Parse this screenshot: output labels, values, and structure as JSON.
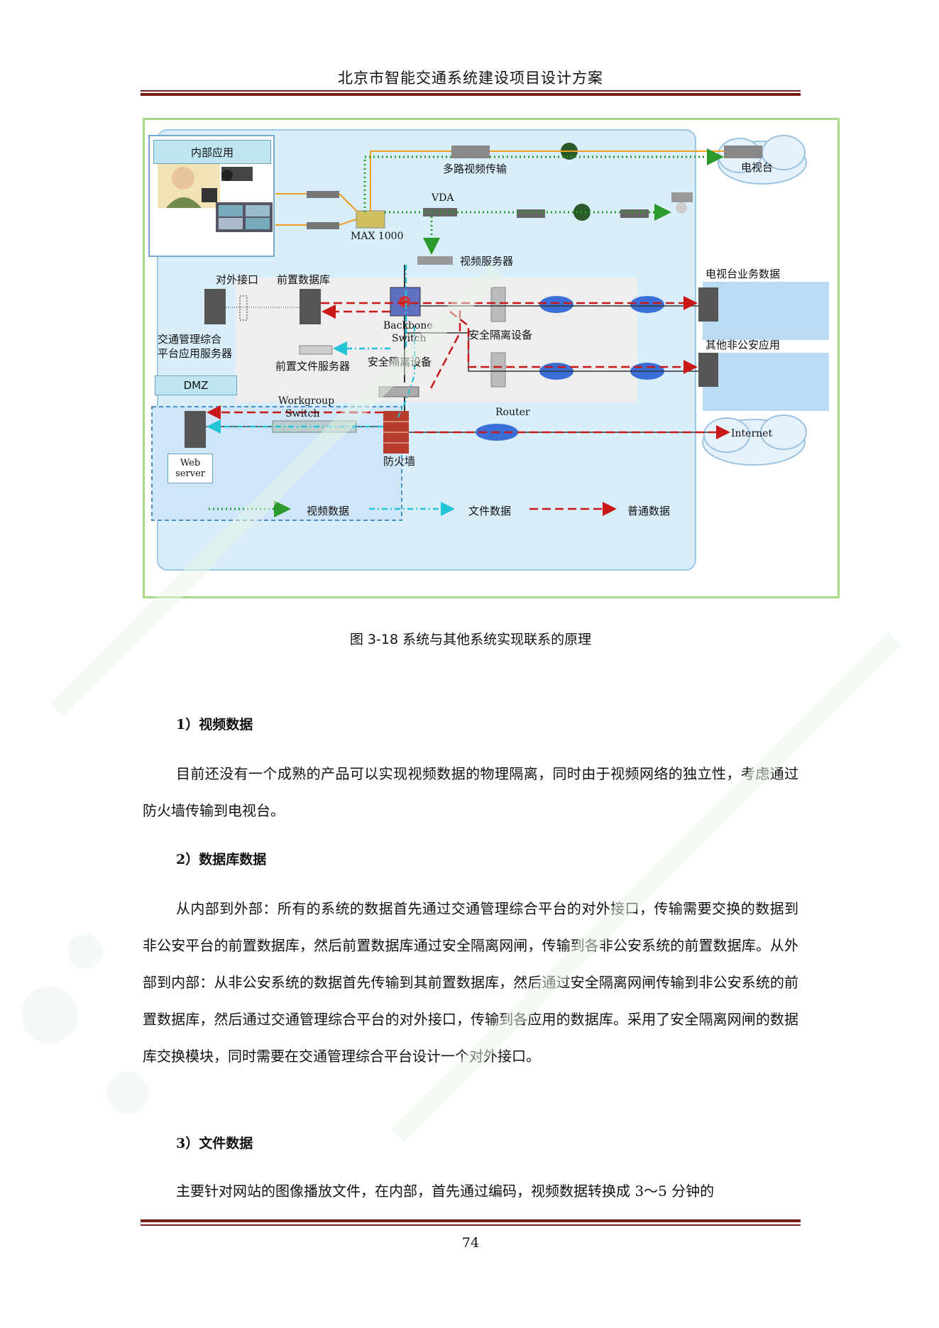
{
  "header": {
    "title": "北京市智能交通系统建设项目设计方案"
  },
  "figure": {
    "internal_apps": "内部应用",
    "multi_video": "多路视频传输",
    "tv_station": "电视台",
    "vda": "VDA",
    "max1000": "MAX 1000",
    "video_server": "视频服务器",
    "external_interface": "对外接口",
    "front_db": "前置数据库",
    "tv_business": "电视台业务数据",
    "traffic_server_line1": "交通管理综合",
    "traffic_server_line2": "平台应用服务器",
    "backbone_line1": "Backbone",
    "backbone_line2": "Switch",
    "security_device_right": "安全隔离设备",
    "other_apps": "其他非公安应用",
    "front_file_server": "前置文件服务器",
    "security_device_mid": "安全隔离设备",
    "dmz": "DMZ",
    "workgroup_line1": "Workgroup",
    "workgroup_line2": "Switch",
    "router": "Router",
    "internet": "Internet",
    "web_server_line1": "Web",
    "web_server_line2": "server",
    "firewall": "防火墙",
    "legend_video": "视频数据",
    "legend_file": "文件数据",
    "legend_normal": "普通数据"
  },
  "caption": "图 3-18 系统与其他系统实现联系的原理",
  "sections": [
    {
      "heading": "1）视频数据",
      "paragraphs": [
        "目前还没有一个成熟的产品可以实现视频数据的物理隔离，同时由于视频网络的独立性，考虑通过防火墙传输到电视台。"
      ]
    },
    {
      "heading": "2）数据库数据",
      "paragraphs": [
        "从内部到外部：所有的系统的数据首先通过交通管理综合平台的对外接口，传输需要交换的数据到非公安平台的前置数据库，然后前置数据库通过安全隔离网闸，传输到各非公安系统的前置数据库。从外部到内部：从非公安系统的数据首先传输到其前置数据库，然后通过安全隔离网闸传输到非公安系统的前置数据库，然后通过交通管理综合平台的对外接口，传输到各应用的数据库。采用了安全隔离网闸的数据库交换模块，同时需要在交通管理综合平台设计一个对外接口。"
      ]
    },
    {
      "heading": "3）文件数据",
      "paragraphs": [
        "主要针对网站的图像播放文件，在内部，首先通过编码，视频数据转换成 3～5 分钟的"
      ]
    }
  ],
  "footer": {
    "page_number": "74"
  },
  "colors": {
    "rule": "#7a1d14",
    "figure_border": "#a8d88a",
    "video_line": "#2a9a2a",
    "file_line": "#22c4d8",
    "normal_line": "#c81818",
    "orange_line": "#f0a020"
  }
}
